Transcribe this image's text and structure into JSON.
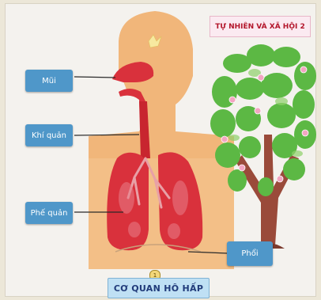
{
  "subject_banner": "TỰ NHIÊN VÀ XÃ HỘI 2",
  "title": "CƠ QUAN HÔ HẤP",
  "page_number": "1",
  "labels": {
    "nose": "Mũi",
    "trachea": "Khí quản",
    "bronchi": "Phế quản",
    "lungs": "Phổi"
  },
  "colors": {
    "label_card": "#4f97c9",
    "body": "#f1b67a",
    "lungs": "#d9313c",
    "tree_leaf": "#5cb844",
    "trunk": "#9a4a3a",
    "title_card": "#bfe0f4",
    "banner_text": "#b3162b"
  }
}
